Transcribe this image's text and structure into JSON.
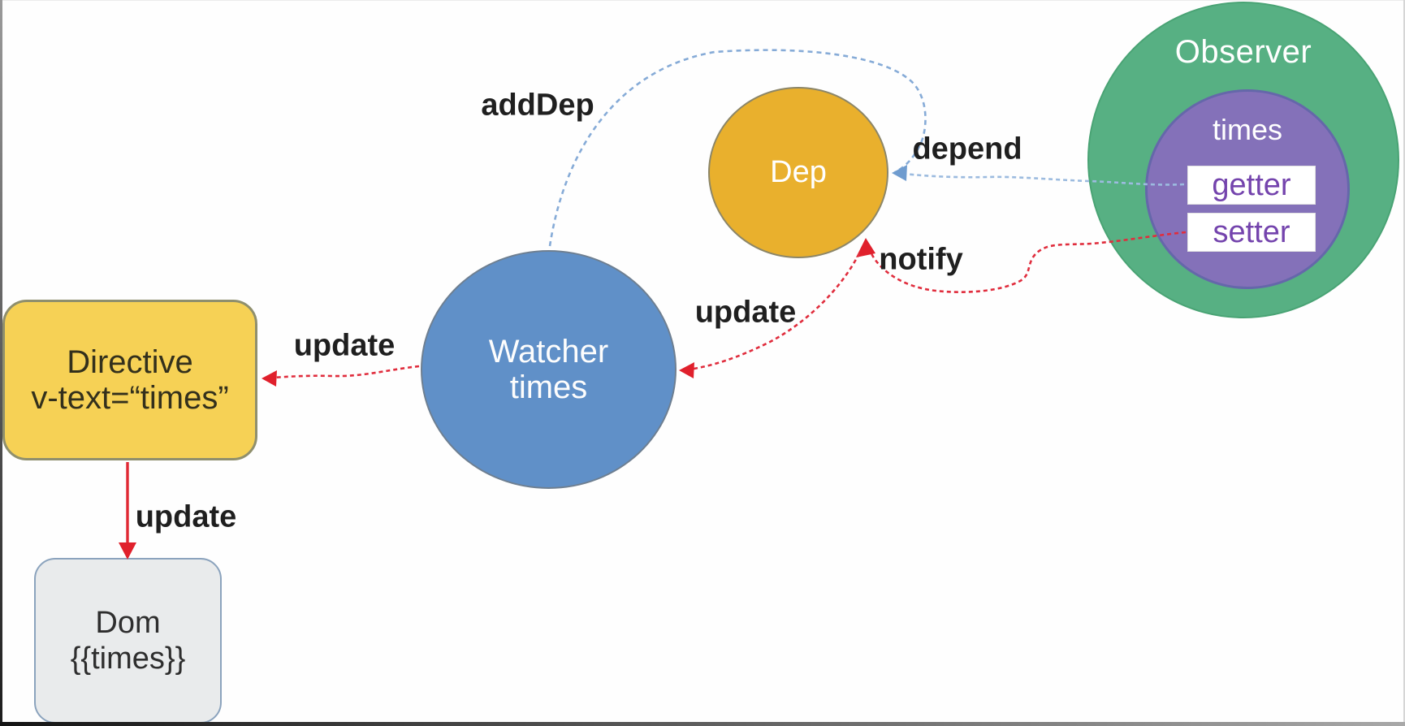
{
  "diagram": {
    "description": "Vue reactivity flow diagram",
    "nodes": {
      "observer": {
        "label": "Observer",
        "color": "#57b083"
      },
      "times": {
        "label": "times",
        "color": "#8471b9"
      },
      "getter": {
        "label": "getter",
        "text_color": "#7444ad"
      },
      "setter": {
        "label": "setter",
        "text_color": "#7444ad"
      },
      "dep": {
        "label": "Dep",
        "color": "#e9b02d"
      },
      "watcher": {
        "line1": "Watcher",
        "line2": "times",
        "color": "#6090c8"
      },
      "directive": {
        "line1": "Directive",
        "line2": "v-text=“times”",
        "color": "#f6d155"
      },
      "dom": {
        "line1": "Dom",
        "line2": "{{times}}",
        "color": "#e9ebec"
      }
    },
    "edges": {
      "add_dep": {
        "label": "addDep",
        "style": "dashed",
        "color": "#86abd7"
      },
      "depend": {
        "label": "depend",
        "style": "dashed",
        "color": "#9cbbdf"
      },
      "notify": {
        "label": "notify",
        "style": "dashed",
        "color": "#e02d3d"
      },
      "update_dep_to_watcher": {
        "label": "update",
        "style": "dashed",
        "color": "#e02d3d"
      },
      "update_watcher_to_directive": {
        "label": "update",
        "style": "dashed",
        "color": "#e02d3d"
      },
      "update_directive_to_dom": {
        "label": "update",
        "style": "solid",
        "color": "#e02d3d"
      }
    }
  }
}
